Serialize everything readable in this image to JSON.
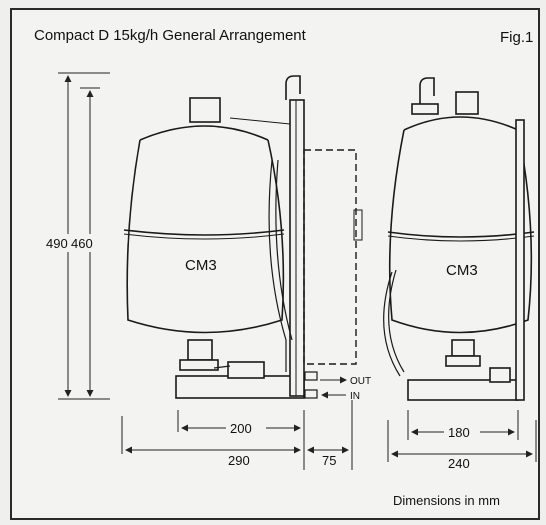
{
  "header": {
    "title": "Compact D  15kg/h  General Arrangement",
    "fig": "Fig.1"
  },
  "dimensions": {
    "h_total": "490",
    "h_body": "460",
    "w_front": "200",
    "w_side_total": "290",
    "w_front_ext": "75",
    "w_side": "180",
    "w_side_base": "240"
  },
  "labels": {
    "tank_front": "CM3",
    "tank_side": "CM3",
    "port_out": "OUT",
    "port_in": "IN"
  },
  "footer": {
    "note": "Dimensions in mm"
  }
}
